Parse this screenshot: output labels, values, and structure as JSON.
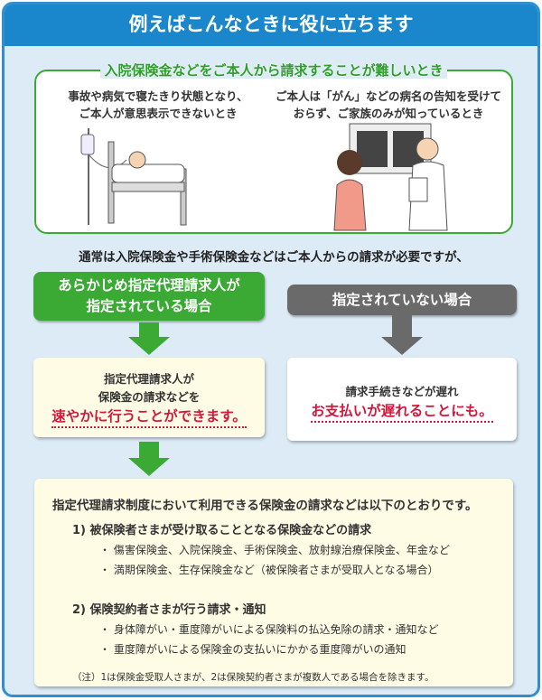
{
  "header": {
    "title": "例えばこんなときに役に立ちます"
  },
  "situations": {
    "title": "入院保険金などをご本人から請求することが難しいとき",
    "left": [
      "事故や病気で寝たきり状態となり、",
      "ご本人が意思表示できないとき"
    ],
    "right": [
      "ご本人は「がん」などの病名の告知を受けて",
      "おらず、ご家族のみが知っているとき"
    ]
  },
  "middle_text": "通常は入院保険金や手術保険金などはご本人からの請求が必要ですが、",
  "left_case": {
    "label": [
      "あらかじめ指定代理請求人が",
      "指定されている場合"
    ],
    "body": [
      "指定代理請求人が",
      "保険金の請求などを"
    ],
    "emphasis": "速やかに行うことができます。"
  },
  "right_case": {
    "label": "指定されていない場合",
    "body": "請求手続きなどが遅れ",
    "emphasis": "お支払いが遅れることにも。"
  },
  "details": {
    "heading": "指定代理請求制度において利用できる保険金の請求などは以下のとおりです。",
    "sections": [
      {
        "title": "1) 被保険者さまが受け取ることとなる保険金などの請求",
        "items": [
          "・ 傷害保険金、入院保険金、手術保険金、放射線治療保険金、年金など",
          "・ 満期保険金、生存保険金など（被保険者さまが受取人となる場合）"
        ]
      },
      {
        "title": "2) 保険契約者さまが行う請求・通知",
        "items": [
          "・ 身体障がい・重度障がいによる保険料の払込免除の請求・通知など",
          "・ 重度障がいによる保険金の支払いにかかる重度障がいの通知"
        ]
      }
    ],
    "note": "（注）1は保険金受取人さまが、2は保険契約者さまが複数人である場合を除きます。"
  },
  "colors": {
    "blue": "#1a86cc",
    "green": "#3aaa35",
    "gray": "#6a6a6a",
    "red": "#d4183d"
  }
}
